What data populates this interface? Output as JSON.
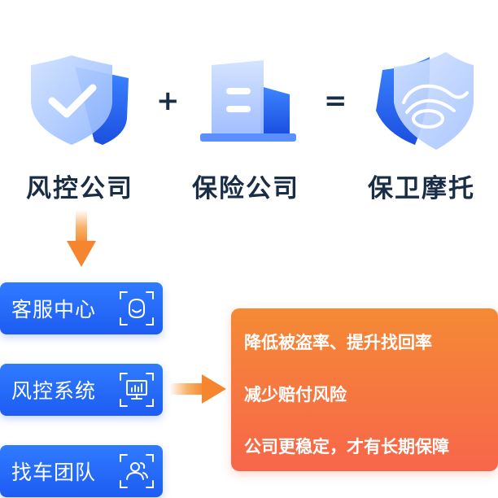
{
  "formula": {
    "term1": "风控公司",
    "plus": "+",
    "term2": "保险公司",
    "equals": "=",
    "result": "保卫摩托"
  },
  "services": [
    {
      "label": "客服中心",
      "icon": "customer-service-smile-icon"
    },
    {
      "label": "风控系统",
      "icon": "monitor-chart-icon"
    },
    {
      "label": "找车团队",
      "icon": "team-people-icon"
    }
  ],
  "benefits": [
    "降低被盗率、提升找回率",
    "减少赔付风险",
    "公司更稳定，才有长期保障"
  ],
  "colors": {
    "title_text": "#1a2d47",
    "service_blue": "#2f7bff",
    "arrow_orange": "#f58a35",
    "result_orange": "#f7664a"
  }
}
